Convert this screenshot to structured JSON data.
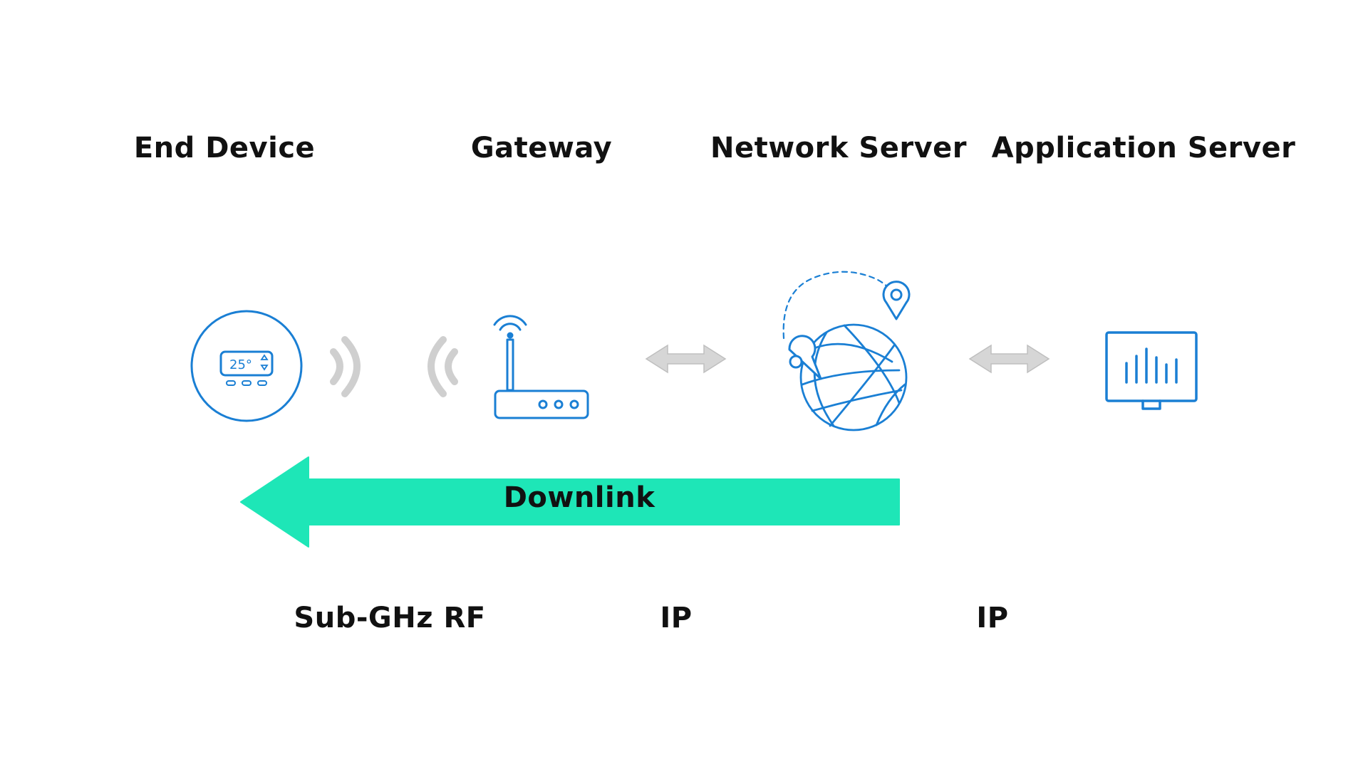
{
  "nodes": {
    "end_device": {
      "label": "End Device",
      "display": "25°"
    },
    "gateway": {
      "label": "Gateway"
    },
    "network_server": {
      "label": "Network Server"
    },
    "application_server": {
      "label": "Application Server"
    }
  },
  "links": {
    "device_gateway": "Sub-GHz RF",
    "gateway_network": "IP",
    "network_application": "IP"
  },
  "flow": {
    "label": "Downlink"
  },
  "colors": {
    "icon_blue": "#1a7fd4",
    "arrow_teal": "#1ee6b7",
    "connector_gray": "#cfcfcf",
    "text": "#111111"
  }
}
